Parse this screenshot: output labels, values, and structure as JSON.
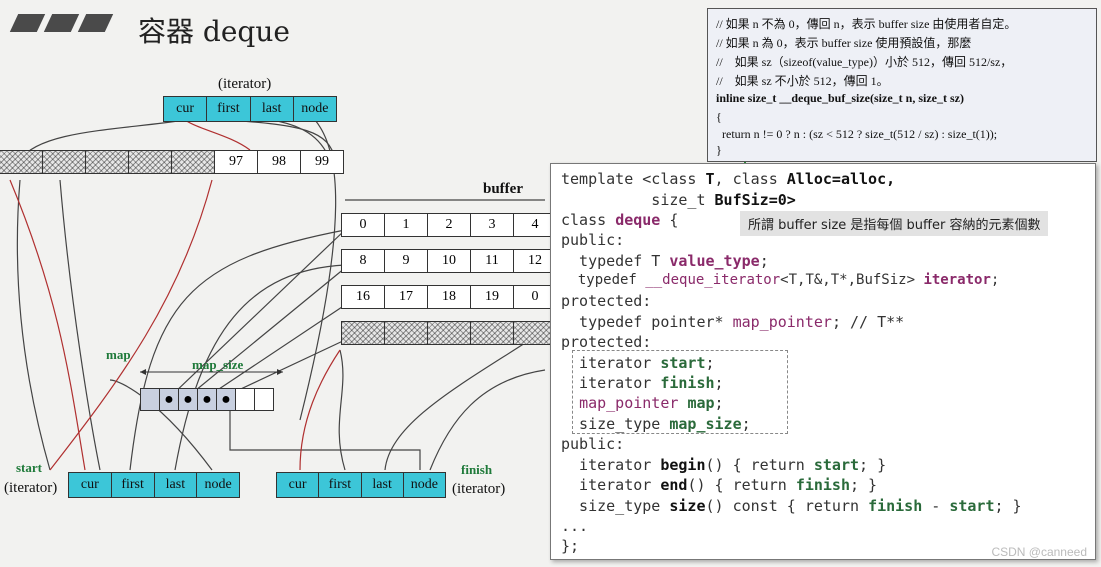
{
  "title": "容器 deque",
  "iterator_top": {
    "label": "(iterator)",
    "fields": [
      "cur",
      "first",
      "last",
      "node"
    ]
  },
  "buffer_label": "buffer",
  "top_buffer": [
    "",
    "",
    "",
    "",
    "",
    "97",
    "98",
    "99"
  ],
  "buffers": [
    [
      "0",
      "1",
      "2",
      "3",
      "4"
    ],
    [
      "8",
      "9",
      "10",
      "11",
      "12"
    ],
    [
      "16",
      "17",
      "18",
      "19",
      "0"
    ],
    [
      "",
      "",
      "",
      "",
      ""
    ]
  ],
  "map_label": "map",
  "map_size_label": "map_size",
  "start_label": "start",
  "start_sub": "(iterator)",
  "finish_label": "finish",
  "finish_sub": "(iterator)",
  "start_iter": [
    "cur",
    "first",
    "last",
    "node"
  ],
  "finish_iter": [
    "cur",
    "first",
    "last",
    "node"
  ],
  "note": {
    "lines": [
      "// 如果 n 不為 0，傳回 n，表示 buffer size 由使用者自定。",
      "// 如果 n 為 0，表示 buffer size 使用預設值，那麼",
      "//    如果 sz（sizeof(value_type)）小於 512，傳回 512/sz，",
      "//    如果 sz 不小於 512，傳回 1。",
      "inline size_t __deque_buf_size(size_t n, size_t sz)",
      "{",
      "  return n != 0 ? n : (sz < 512 ? size_t(512 / sz) : size_t(1));",
      "}"
    ]
  },
  "tip": "所謂 buffer size 是指每個 buffer 容納的元素個數",
  "code": {
    "l1a": "template <class ",
    "l1b": "T",
    "l1c": ", class ",
    "l1d": "Alloc=alloc,",
    "l2a": "          size_t ",
    "l2b": "BufSiz=0>",
    "l3a": "class ",
    "l3b": "deque",
    "l3c": " {",
    "l4": "public:",
    "l5a": "  typedef T ",
    "l5b": "value_type",
    "l5c": ";",
    "l6a": "  typedef ",
    "l6b": "__deque_iterator",
    "l6c": "<T,T&,T*,BufSiz> ",
    "l6d": "iterator",
    "l6e": ";",
    "l7": "protected:",
    "l8a": "  typedef pointer* ",
    "l8b": "map_pointer",
    "l8c": "; // T**",
    "l9": "protected:",
    "l10a": "  iterator ",
    "l10b": "start",
    "l10c": ";",
    "l11a": "  iterator ",
    "l11b": "finish",
    "l11c": ";",
    "l12a": "  ",
    "l12b": "map_pointer",
    "l12c": " ",
    "l12d": "map",
    "l12e": ";",
    "l13a": "  size_type ",
    "l13b": "map_size",
    "l13c": ";",
    "l14": "public:",
    "l15a": "  iterator ",
    "l15b": "begin",
    "l15c": "() { return ",
    "l15d": "start",
    "l15e": "; }",
    "l16a": "  iterator ",
    "l16b": "end",
    "l16c": "() { return ",
    "l16d": "finish",
    "l16e": "; }",
    "l17a": "  size_type ",
    "l17b": "size",
    "l17c": "() const { return ",
    "l17d": "finish",
    "l17e": " - ",
    "l17f": "start",
    "l17g": "; }",
    "l18": "...",
    "l19": "};"
  },
  "watermark": "CSDN @canneed"
}
